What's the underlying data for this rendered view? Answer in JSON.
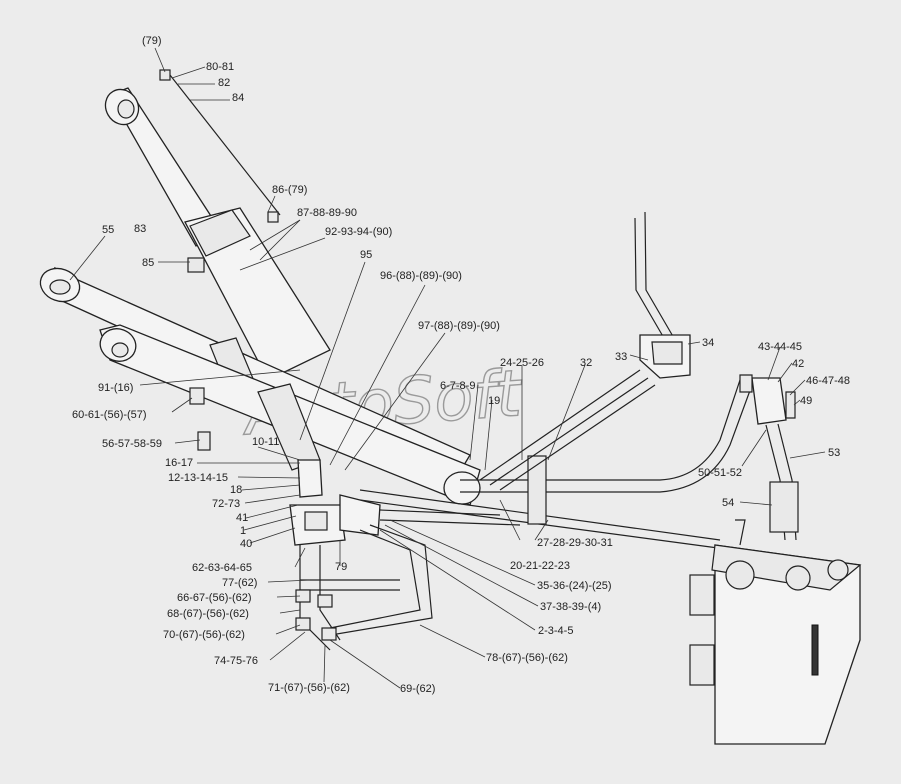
{
  "diagram": {
    "watermark": "AutoSoft",
    "labels": [
      {
        "id": "l79a",
        "text": "(79)"
      },
      {
        "id": "l80",
        "text": "80-81"
      },
      {
        "id": "l82",
        "text": "82"
      },
      {
        "id": "l84",
        "text": "84"
      },
      {
        "id": "l86",
        "text": "86-(79)"
      },
      {
        "id": "l87",
        "text": "87-88-89-90"
      },
      {
        "id": "l92",
        "text": "92-93-94-(90)"
      },
      {
        "id": "l95",
        "text": "95"
      },
      {
        "id": "l96",
        "text": "96-(88)-(89)-(90)"
      },
      {
        "id": "l97",
        "text": "97-(88)-(89)-(90)"
      },
      {
        "id": "l55",
        "text": "55"
      },
      {
        "id": "l83",
        "text": "83"
      },
      {
        "id": "l85",
        "text": "85"
      },
      {
        "id": "l91",
        "text": "91-(16)"
      },
      {
        "id": "l60",
        "text": "60-61-(56)-(57)"
      },
      {
        "id": "l56",
        "text": "56-57-58-59"
      },
      {
        "id": "l10",
        "text": "10-11"
      },
      {
        "id": "l16",
        "text": "16-17"
      },
      {
        "id": "l12",
        "text": "12-13-14-15"
      },
      {
        "id": "l18",
        "text": "18"
      },
      {
        "id": "l72",
        "text": "72-73"
      },
      {
        "id": "l41",
        "text": "41"
      },
      {
        "id": "l1",
        "text": "1"
      },
      {
        "id": "l40",
        "text": "40"
      },
      {
        "id": "l62",
        "text": "62-63-64-65"
      },
      {
        "id": "l77",
        "text": "77-(62)"
      },
      {
        "id": "l79b",
        "text": "79"
      },
      {
        "id": "l66",
        "text": "66-67-(56)-(62)"
      },
      {
        "id": "l68",
        "text": "68-(67)-(56)-(62)"
      },
      {
        "id": "l70",
        "text": "70-(67)-(56)-(62)"
      },
      {
        "id": "l74",
        "text": "74-75-76"
      },
      {
        "id": "l71",
        "text": "71-(67)-(56)-(62)"
      },
      {
        "id": "l69",
        "text": "69-(62)"
      },
      {
        "id": "l78",
        "text": "78-(67)-(56)-(62)"
      },
      {
        "id": "l2",
        "text": "2-3-4-5"
      },
      {
        "id": "l37",
        "text": "37-38-39-(4)"
      },
      {
        "id": "l35",
        "text": "35-36-(24)-(25)"
      },
      {
        "id": "l20",
        "text": "20-21-22-23"
      },
      {
        "id": "l27",
        "text": "27-28-29-30-31"
      },
      {
        "id": "l6",
        "text": "6-7-8-9"
      },
      {
        "id": "l19",
        "text": "19"
      },
      {
        "id": "l24",
        "text": "24-25-26"
      },
      {
        "id": "l32",
        "text": "32"
      },
      {
        "id": "l33",
        "text": "33"
      },
      {
        "id": "l34",
        "text": "34"
      },
      {
        "id": "l43",
        "text": "43-44-45"
      },
      {
        "id": "l42",
        "text": "42"
      },
      {
        "id": "l46",
        "text": "46-47-48"
      },
      {
        "id": "l49",
        "text": "49"
      },
      {
        "id": "l50",
        "text": "50-51-52"
      },
      {
        "id": "l53",
        "text": "53"
      },
      {
        "id": "l54",
        "text": "54"
      }
    ]
  }
}
